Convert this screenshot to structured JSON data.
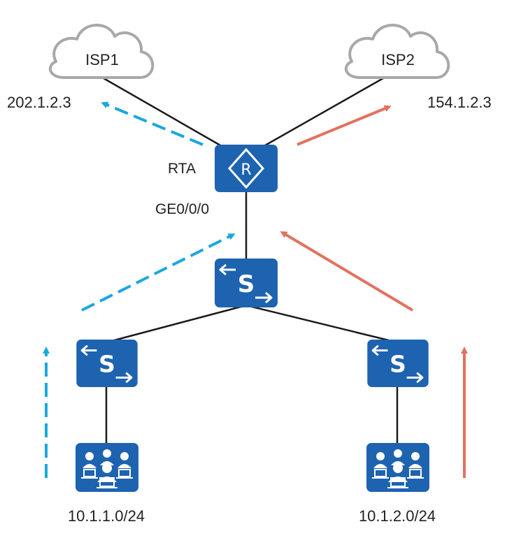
{
  "diagram": {
    "isp1": {
      "label": "ISP1",
      "ip": "202.1.2.3"
    },
    "isp2": {
      "label": "ISP2",
      "ip": "154.1.2.3"
    },
    "router": {
      "label": "RTA",
      "interface": "GE0/0/0",
      "glyph": "R"
    },
    "core_switch": {
      "glyph": "S"
    },
    "left_access_switch": {
      "glyph": "S"
    },
    "right_access_switch": {
      "glyph": "S"
    },
    "left_hosts": {
      "subnet": "10.1.1.0/24"
    },
    "right_hosts": {
      "subnet": "10.1.2.0/24"
    }
  },
  "colors": {
    "device_blue": "#1e63b0",
    "cloud_stroke": "#a8a8a8",
    "link": "#1a1a1a",
    "flow_blue": "#1aa7e0",
    "flow_red": "#e3715e"
  },
  "icons": [
    "cloud-icon",
    "router-icon",
    "switch-icon",
    "users-icon"
  ]
}
